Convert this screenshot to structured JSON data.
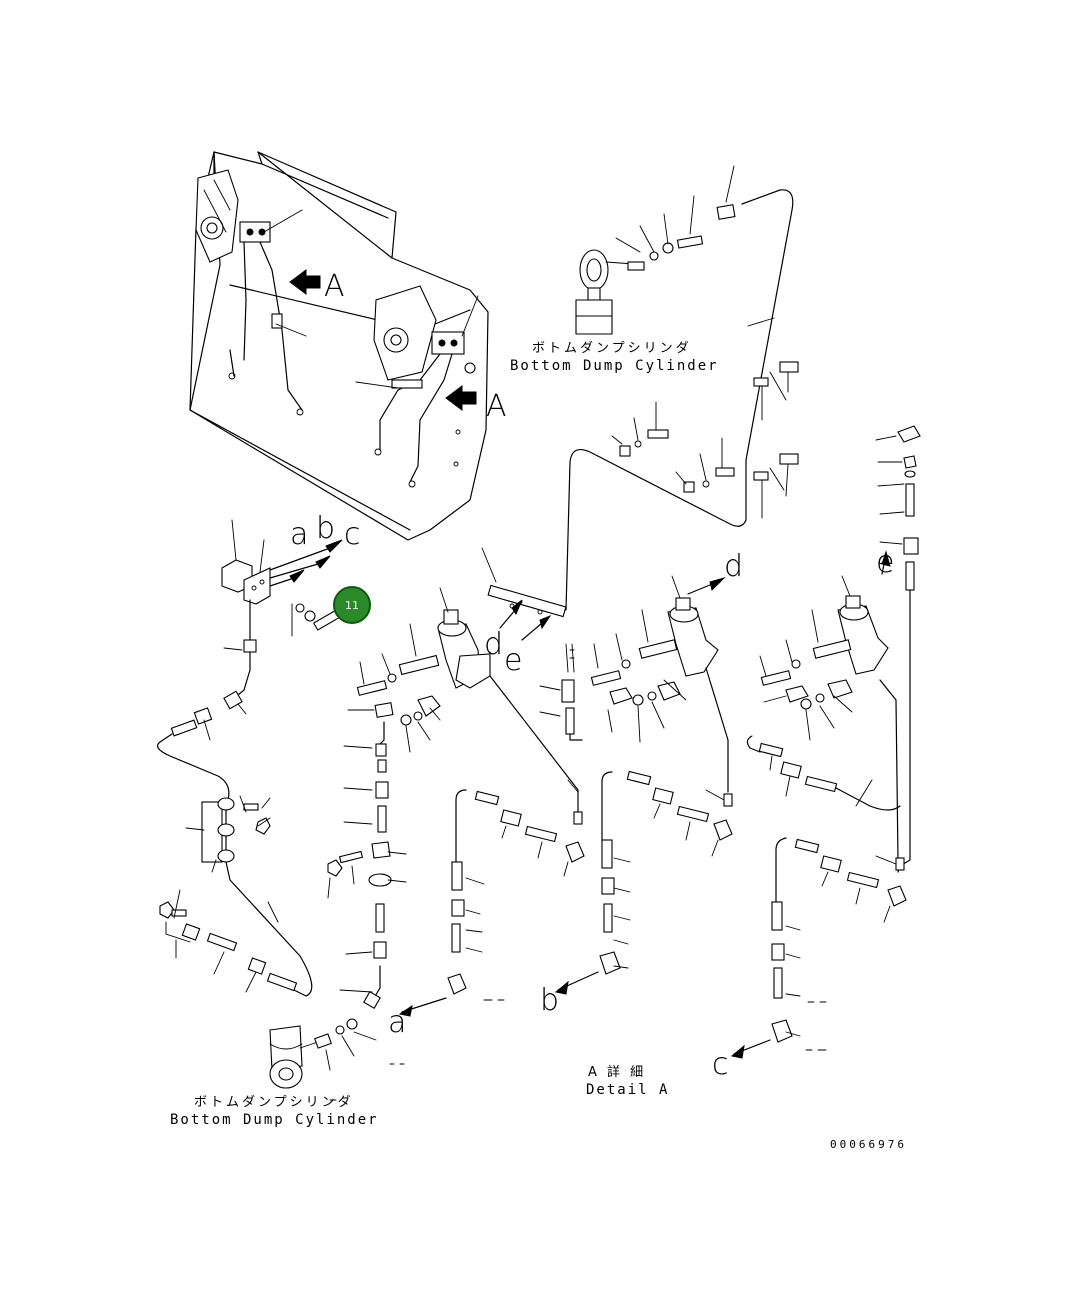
{
  "view_labels": {
    "view_a_upper": "A",
    "view_a_right": "A"
  },
  "connection_letters": {
    "a_top": "a",
    "b_top": "b",
    "c_top": "c",
    "d_mid": "d",
    "e_mid": "e",
    "d_right": "d",
    "e_right": "e",
    "a_bottom": "a",
    "b_bottom": "b",
    "c_bottom": "c"
  },
  "top_cylinder": {
    "label_jp": "ボトムダンプシリンダ",
    "label_en": "Bottom Dump Cylinder"
  },
  "bottom_cylinder": {
    "label_jp": "ボトムダンプシリンダ",
    "label_en": "Bottom Dump Cylinder"
  },
  "detail": {
    "label_jp": "A 詳 細",
    "label_en": "Detail A"
  },
  "callout": {
    "number": "11",
    "color": "#2a8a2a"
  },
  "drawing_code": "00066976"
}
